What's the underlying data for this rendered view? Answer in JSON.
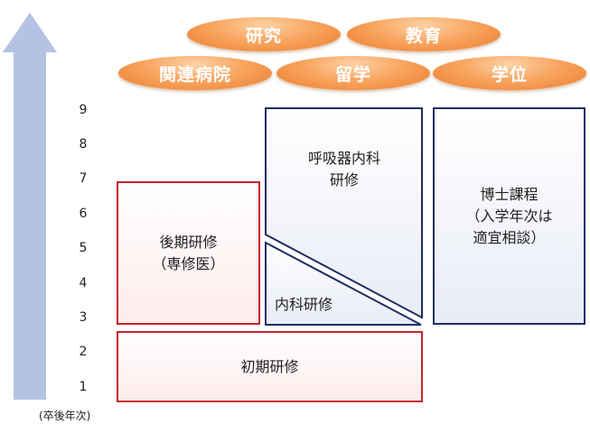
{
  "pills": {
    "research": "研究",
    "education": "教育",
    "affiliated_hospitals": "関連病院",
    "study_abroad": "留学",
    "degree": "学位"
  },
  "axis": {
    "ticks": [
      "1",
      "2",
      "3",
      "4",
      "5",
      "6",
      "7",
      "8",
      "9"
    ],
    "label": "(卒後年次)"
  },
  "boxes": {
    "initial_training": "初期研修",
    "later_training": "後期研修\n（専修医）",
    "respiratory_training": "呼吸器内科\n研修",
    "internal_medicine_training": "内科研修",
    "doctoral_course": "博士課程\n（入学年次は\n適宜相談）"
  },
  "colors": {
    "arrow": "#b4c3e3",
    "pill_orange": "#f39a4d",
    "red_border": "#c7242a",
    "navy_border": "#1f2e63"
  }
}
